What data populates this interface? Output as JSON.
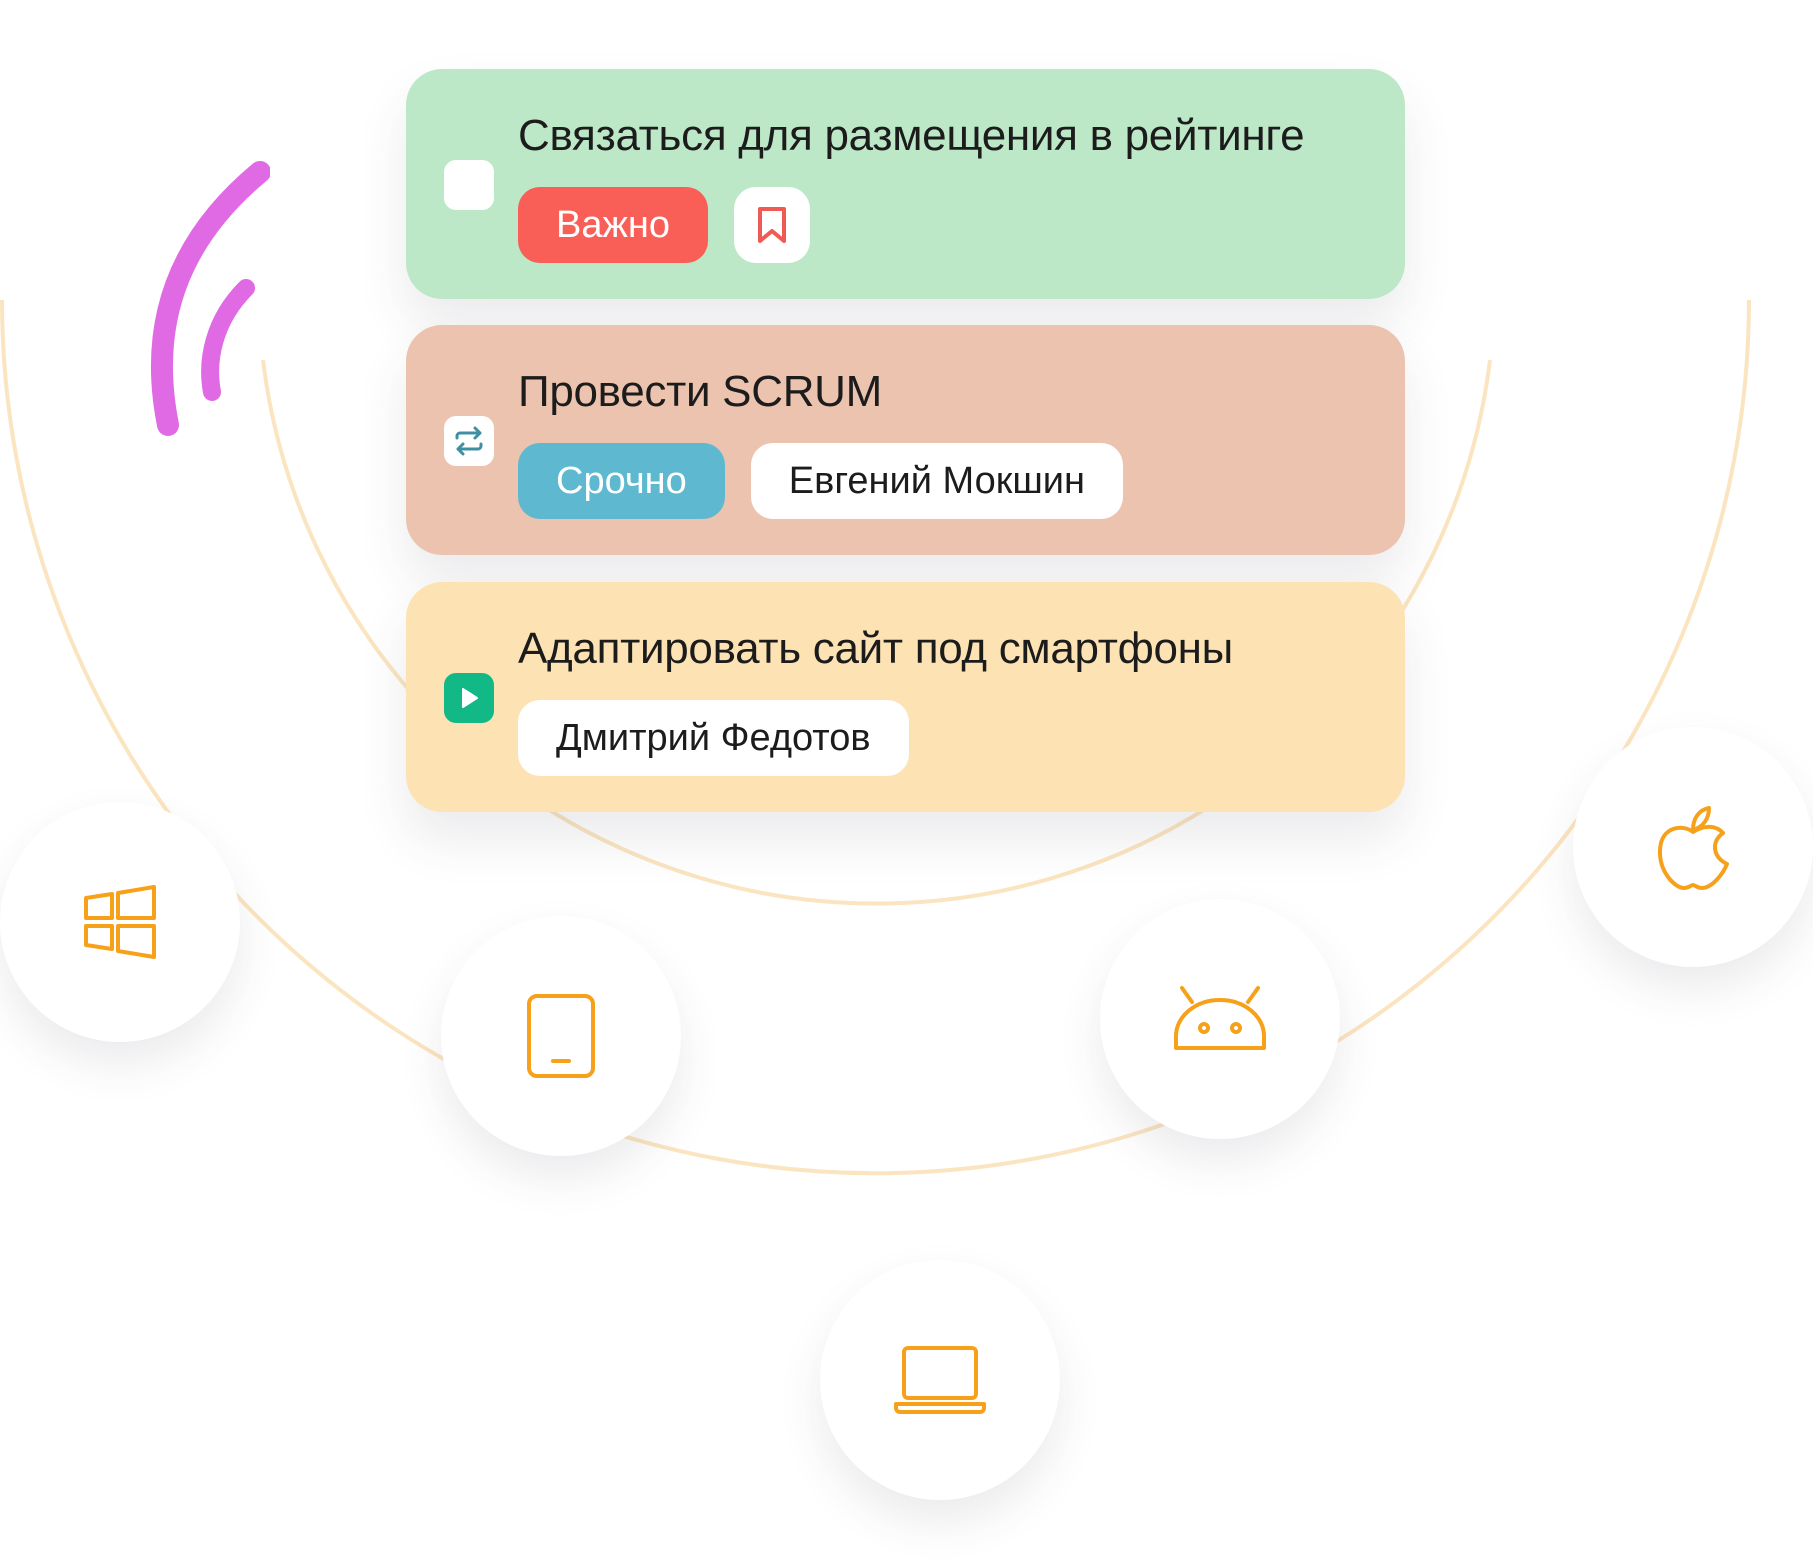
{
  "colors": {
    "accent": "#F7A11A",
    "orbit": "#FBE5C0",
    "brush": "#E06AE4"
  },
  "tasks": [
    {
      "title": "Связаться для размещения в рейтинге",
      "background": "#BDE8C8",
      "status_icon": "unchecked-checkbox-icon",
      "tags": [
        {
          "label": "Важно",
          "background": "#F95E57",
          "color": "#ffffff"
        }
      ],
      "action_icon": "bookmark-icon"
    },
    {
      "title": "Провести SCRUM",
      "background": "#ECC3AE",
      "status_icon": "repeat-icon",
      "tags": [
        {
          "label": "Срочно",
          "background": "#5EB9D0",
          "color": "#ffffff"
        },
        {
          "label": "Евгений Мокшин"
        }
      ]
    },
    {
      "title": "Адаптировать сайт под смартфоны",
      "background": "#FDE3B3",
      "status_icon": "play-icon",
      "tags": [
        {
          "label": "Дмитрий Федотов"
        }
      ]
    }
  ],
  "platforms": [
    {
      "name": "Windows",
      "icon": "windows-icon"
    },
    {
      "name": "Tablet",
      "icon": "tablet-icon"
    },
    {
      "name": "Android",
      "icon": "android-icon"
    },
    {
      "name": "Apple",
      "icon": "apple-icon"
    },
    {
      "name": "Laptop",
      "icon": "laptop-icon"
    }
  ]
}
